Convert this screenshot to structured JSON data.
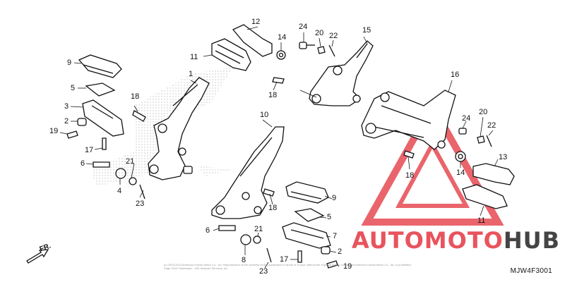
{
  "diagram": {
    "code": "MJW4F3001",
    "direction_label": "FR.",
    "copyright": "(c) 2003-2013 American Honda Motor Co., Inc. Reproduction of the contents of this publication in whole or in part, without the express written consent of American Honda Motor Co., Inc. is prohibited. Page 2010 Trademark... ARI Network Services, Inc."
  },
  "watermark": {
    "part1": "AUTOMOTO",
    "part2": "HUB",
    "color_primary": "#e8545d",
    "color_secondary": "#444444"
  },
  "callouts": [
    {
      "id": "c1",
      "text": "1"
    },
    {
      "id": "c2",
      "text": "2"
    },
    {
      "id": "c3",
      "text": "3"
    },
    {
      "id": "c4",
      "text": "4"
    },
    {
      "id": "c5",
      "text": "5"
    },
    {
      "id": "c6",
      "text": "6"
    },
    {
      "id": "c9",
      "text": "9"
    },
    {
      "id": "c10",
      "text": "10"
    },
    {
      "id": "c11",
      "text": "11"
    },
    {
      "id": "c12",
      "text": "12"
    },
    {
      "id": "c14",
      "text": "14"
    },
    {
      "id": "c15",
      "text": "15"
    },
    {
      "id": "c16",
      "text": "16"
    },
    {
      "id": "c17",
      "text": "17"
    },
    {
      "id": "c18",
      "text": "18"
    },
    {
      "id": "c18b",
      "text": "18"
    },
    {
      "id": "c18c",
      "text": "18"
    },
    {
      "id": "c18d",
      "text": "18"
    },
    {
      "id": "c19",
      "text": "19"
    },
    {
      "id": "c19b",
      "text": "19"
    },
    {
      "id": "c20",
      "text": "20"
    },
    {
      "id": "c20b",
      "text": "20"
    },
    {
      "id": "c21",
      "text": "21"
    },
    {
      "id": "c21b",
      "text": "21"
    },
    {
      "id": "c22",
      "text": "22"
    },
    {
      "id": "c22b",
      "text": "22"
    },
    {
      "id": "c23",
      "text": "23"
    },
    {
      "id": "c23b",
      "text": "23"
    },
    {
      "id": "c24",
      "text": "24"
    },
    {
      "id": "c24b",
      "text": "24"
    },
    {
      "id": "c2b",
      "text": "2"
    },
    {
      "id": "c5b",
      "text": "5"
    },
    {
      "id": "c6b",
      "text": "6"
    },
    {
      "id": "c7",
      "text": "7"
    },
    {
      "id": "c8",
      "text": "8"
    },
    {
      "id": "c9b",
      "text": "9"
    },
    {
      "id": "c11b",
      "text": "11"
    },
    {
      "id": "c13",
      "text": "13"
    },
    {
      "id": "c14b",
      "text": "14"
    },
    {
      "id": "c17b",
      "text": "17"
    }
  ]
}
